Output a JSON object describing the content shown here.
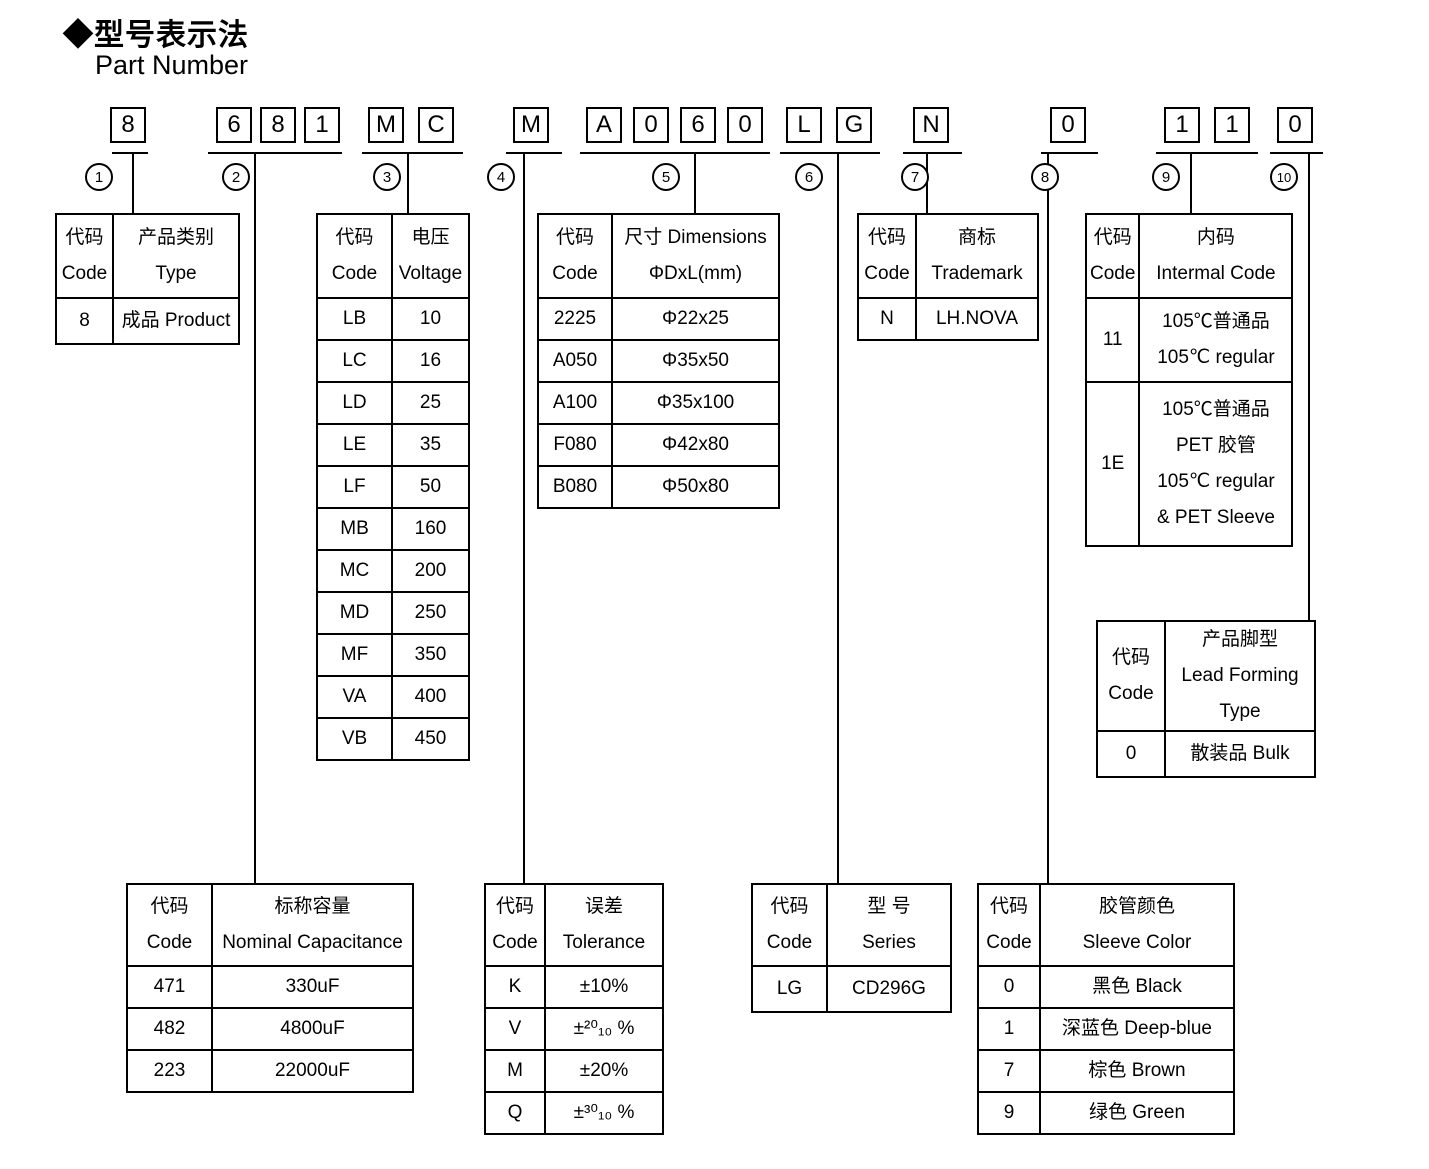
{
  "title": {
    "cn": "◆型号表示法",
    "en": "Part Number"
  },
  "pn": {
    "g1": [
      "8"
    ],
    "g2": [
      "6",
      "8",
      "1"
    ],
    "g3": [
      "M",
      "C"
    ],
    "g4": [
      "M"
    ],
    "g5": [
      "A",
      "0",
      "6",
      "0"
    ],
    "g6": [
      "L",
      "G"
    ],
    "g7": [
      "N"
    ],
    "g8": [
      "0"
    ],
    "g9": [
      "1",
      "1"
    ],
    "g10": [
      "0"
    ],
    "markers": [
      "1",
      "2",
      "3",
      "4",
      "5",
      "6",
      "7",
      "8",
      "9",
      "10"
    ]
  },
  "tables": {
    "type": {
      "h": [
        "代码\nCode",
        "产品类别\nType"
      ],
      "r": [
        [
          "8",
          "成品 Product"
        ]
      ]
    },
    "voltage": {
      "h": [
        "代码\nCode",
        "电压\nVoltage"
      ],
      "r": [
        [
          "LB",
          "10"
        ],
        [
          "LC",
          "16"
        ],
        [
          "LD",
          "25"
        ],
        [
          "LE",
          "35"
        ],
        [
          "LF",
          "50"
        ],
        [
          "MB",
          "160"
        ],
        [
          "MC",
          "200"
        ],
        [
          "MD",
          "250"
        ],
        [
          "MF",
          "350"
        ],
        [
          "VA",
          "400"
        ],
        [
          "VB",
          "450"
        ]
      ]
    },
    "dimensions": {
      "h": [
        "代码\nCode",
        "尺寸 Dimensions\nΦDxL(mm)"
      ],
      "r": [
        [
          "2225",
          "Φ22x25"
        ],
        [
          "A050",
          "Φ35x50"
        ],
        [
          "A100",
          "Φ35x100"
        ],
        [
          "F080",
          "Φ42x80"
        ],
        [
          "B080",
          "Φ50x80"
        ]
      ]
    },
    "trademark": {
      "h": [
        "代码\nCode",
        "商标\nTrademark"
      ],
      "r": [
        [
          "N",
          "LH.NOVA"
        ]
      ]
    },
    "internal": {
      "h": [
        "代码\nCode",
        "内码\nIntermal Code"
      ],
      "r": [
        [
          "11",
          "105℃普通品\n105℃ regular"
        ],
        [
          "1E",
          "105℃普通品\nPET 胶管\n105℃ regular\n& PET Sleeve"
        ]
      ]
    },
    "lead": {
      "h": [
        "代码\nCode",
        "产品脚型\nLead Forming\nType"
      ],
      "r": [
        [
          "0",
          "散装品 Bulk"
        ]
      ]
    },
    "capacitance": {
      "h": [
        "代码\nCode",
        "标称容量\nNominal Capacitance"
      ],
      "r": [
        [
          "471",
          "330uF"
        ],
        [
          "482",
          "4800uF"
        ],
        [
          "223",
          "22000uF"
        ]
      ]
    },
    "tolerance": {
      "h": [
        "代码\nCode",
        "误差\nTolerance"
      ],
      "r": [
        [
          "K",
          "±10%"
        ],
        [
          "V",
          "±²⁰₁₀ %"
        ],
        [
          "M",
          "±20%"
        ],
        [
          "Q",
          "±³⁰₁₀ %"
        ]
      ]
    },
    "series": {
      "h": [
        "代码\nCode",
        "型 号\nSeries"
      ],
      "r": [
        [
          "LG",
          "CD296G"
        ]
      ]
    },
    "sleeve": {
      "h": [
        "代码\nCode",
        "胶管颜色\nSleeve Color"
      ],
      "r": [
        [
          "0",
          "黑色 Black"
        ],
        [
          "1",
          "深蓝色 Deep-blue"
        ],
        [
          "7",
          "棕色 Brown"
        ],
        [
          "9",
          "绿色 Green"
        ]
      ]
    }
  }
}
